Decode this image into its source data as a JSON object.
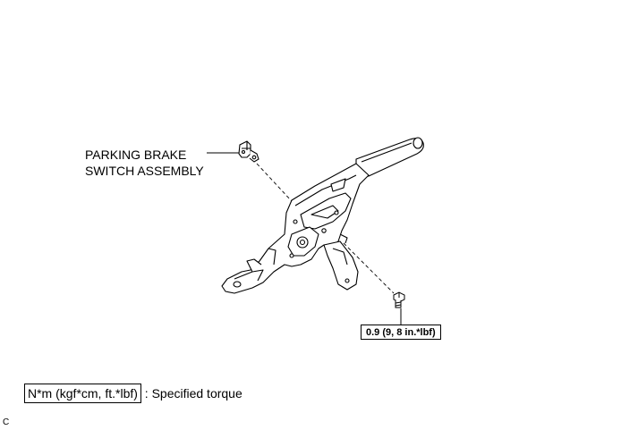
{
  "labels": {
    "switch_assembly_line1": "PARKING BRAKE",
    "switch_assembly_line2": "SWITCH ASSEMBLY",
    "torque_value": "0.9 (9, 8 in.*lbf)"
  },
  "legend": {
    "torque_unit": "N*m (kgf*cm, ft.*lbf)",
    "description": ": Specified torque"
  },
  "figure_code": "C",
  "icons": [
    "parking-brake-lever-icon",
    "brake-switch-icon",
    "screw-icon"
  ]
}
